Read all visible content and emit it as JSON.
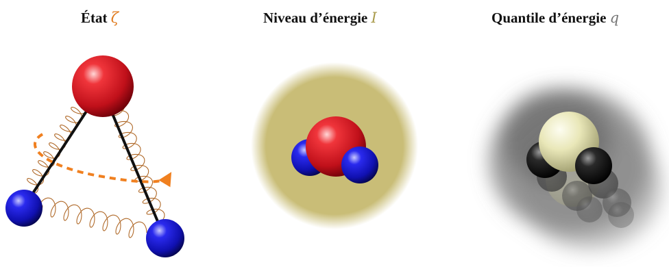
{
  "panels": [
    {
      "title": "État",
      "symbol": "ζ",
      "symbol_color": "#e07b1f"
    },
    {
      "title": "Niveau d’énergie",
      "symbol": "I",
      "symbol_color": "#a89a4a"
    },
    {
      "title": "Quantile d’énergie",
      "symbol": "q",
      "symbol_color": "#777777"
    }
  ],
  "colors": {
    "oxygen": "#d0161c",
    "hydrogen": "#1a1acc",
    "spring": "#b06a2a",
    "arrow": "#f08020",
    "energy_halo": "#c9bd77",
    "quantile_oxygen": "#e8e6b4",
    "quantile_hydrogen": "#111111"
  }
}
